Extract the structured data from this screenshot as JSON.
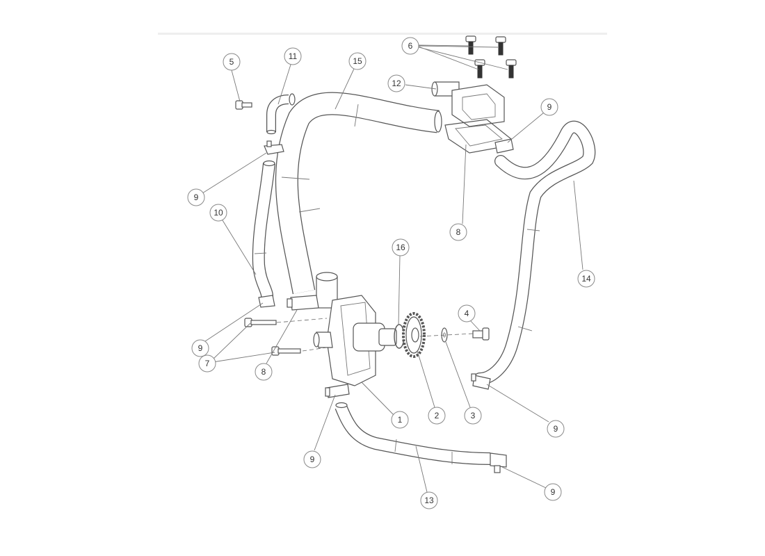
{
  "colors": {
    "line": "#555555",
    "callout_circle": "#888888",
    "text": "#333333",
    "rule": "#eeeeee"
  },
  "callouts": [
    {
      "id": "c1",
      "label": "1"
    },
    {
      "id": "c2",
      "label": "2"
    },
    {
      "id": "c3",
      "label": "3"
    },
    {
      "id": "c4",
      "label": "4"
    },
    {
      "id": "c5",
      "label": "5"
    },
    {
      "id": "c6",
      "label": "6"
    },
    {
      "id": "c7",
      "label": "7"
    },
    {
      "id": "c8a",
      "label": "8"
    },
    {
      "id": "c8b",
      "label": "8"
    },
    {
      "id": "c9a",
      "label": "9"
    },
    {
      "id": "c9b",
      "label": "9"
    },
    {
      "id": "c9c",
      "label": "9"
    },
    {
      "id": "c9d",
      "label": "9"
    },
    {
      "id": "c9e",
      "label": "9"
    },
    {
      "id": "c9f",
      "label": "9"
    },
    {
      "id": "c10",
      "label": "10"
    },
    {
      "id": "c11",
      "label": "11"
    },
    {
      "id": "c12",
      "label": "12"
    },
    {
      "id": "c13",
      "label": "13"
    },
    {
      "id": "c14",
      "label": "14"
    },
    {
      "id": "c15",
      "label": "15"
    },
    {
      "id": "c16",
      "label": "16"
    }
  ]
}
